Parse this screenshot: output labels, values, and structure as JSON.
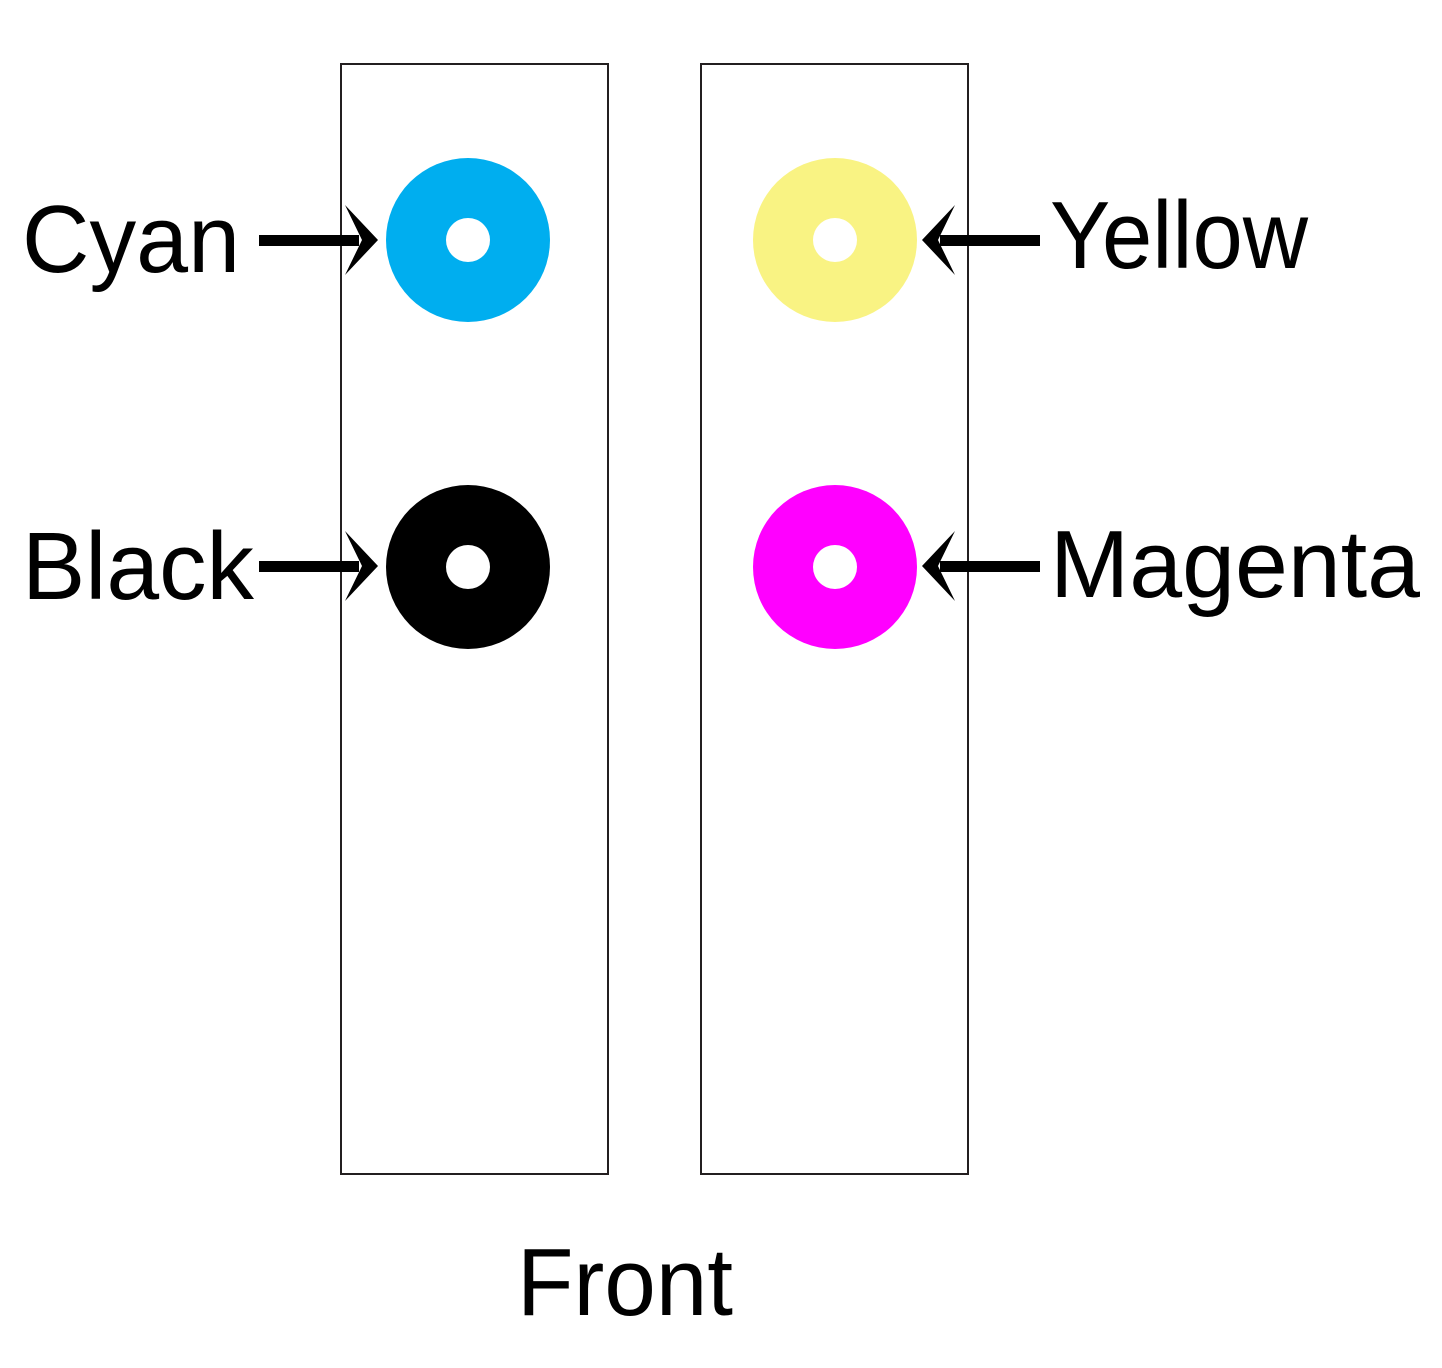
{
  "labels": {
    "cyan": "Cyan",
    "black": "Black",
    "yellow": "Yellow",
    "magenta": "Magenta",
    "front": "Front"
  },
  "colors": {
    "cyan": "#00AEEF",
    "black": "#000000",
    "yellow": "#F9F383",
    "magenta": "#FF00FF",
    "hole": "#FFFFFF",
    "outline": "#231F20",
    "arrow": "#000000"
  }
}
